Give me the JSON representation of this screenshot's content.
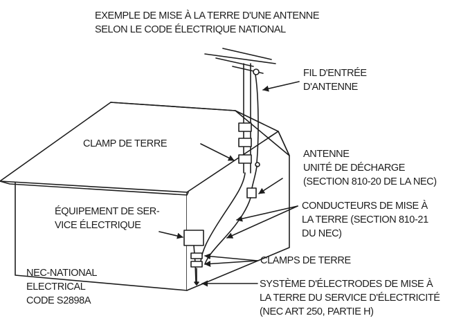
{
  "title": {
    "line1": "EXEMPLE DE MISE À LA TERRE D'UNE ANTENNE",
    "line2": "SELON LE CODE ÉLECTRIQUE NATIONAL"
  },
  "labels": {
    "lead_in": {
      "line1": "FIL D'ENTRÉE",
      "line2": "D'ANTENNE"
    },
    "ground_clamp": {
      "line1": "CLAMP DE TERRE"
    },
    "discharge": {
      "line1": "ANTENNE",
      "line2": "UNITÉ DE DÉCHARGE",
      "line3": "(SECTION 810-20 DE LA NEC)"
    },
    "service_equipment": {
      "line1": "ÉQUIPEMENT DE SER-",
      "line2": "VICE ÉLECTRIQUE"
    },
    "grounding_conductors": {
      "line1": "CONDUCTEURS DE MISE À",
      "line2": "LA TERRE (SECTION 810-21",
      "line3": "DU NEC)"
    },
    "ground_clamps": {
      "line1": "CLAMPS DE TERRE"
    },
    "nec_note": {
      "line1": "NEC-NATIONAL",
      "line2": "ELECTRICAL",
      "line3": "CODE S2898A"
    },
    "electrode_system": {
      "line1": "SYSTÈME D'ÉLECTRODES DE MISE À",
      "line2": "LA TERRE DU SERVICE D'ÉLECTRICITÉ",
      "line3": "(NEC ART 250, PARTIE H)"
    }
  },
  "colors": {
    "ink": "#1d1d1d",
    "background": "#ffffff"
  }
}
